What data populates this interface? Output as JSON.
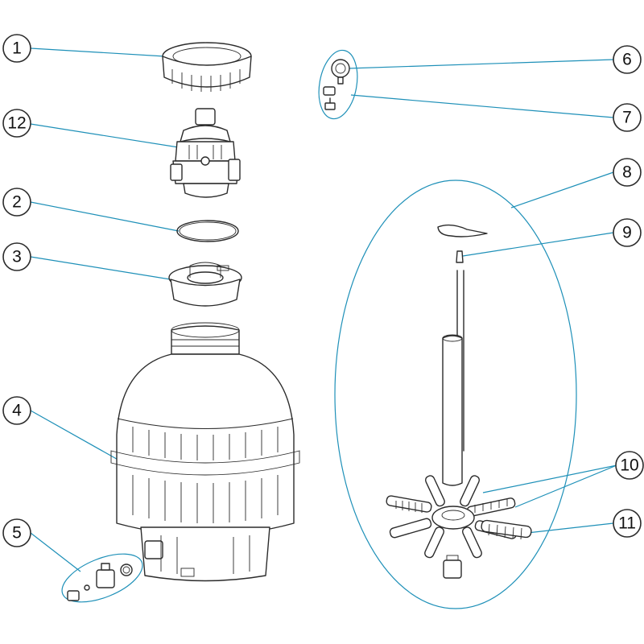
{
  "callouts": [
    {
      "id": "1",
      "label": "1"
    },
    {
      "id": "12",
      "label": "12"
    },
    {
      "id": "2",
      "label": "2"
    },
    {
      "id": "3",
      "label": "3"
    },
    {
      "id": "4",
      "label": "4"
    },
    {
      "id": "5",
      "label": "5"
    },
    {
      "id": "6",
      "label": "6"
    },
    {
      "id": "7",
      "label": "7"
    },
    {
      "id": "8",
      "label": "8"
    },
    {
      "id": "9",
      "label": "9"
    },
    {
      "id": "10",
      "label": "10"
    },
    {
      "id": "11",
      "label": "11"
    }
  ],
  "colors": {
    "leader": "#1e90b8",
    "outline": "#2b2b2b",
    "background": "#ffffff"
  }
}
